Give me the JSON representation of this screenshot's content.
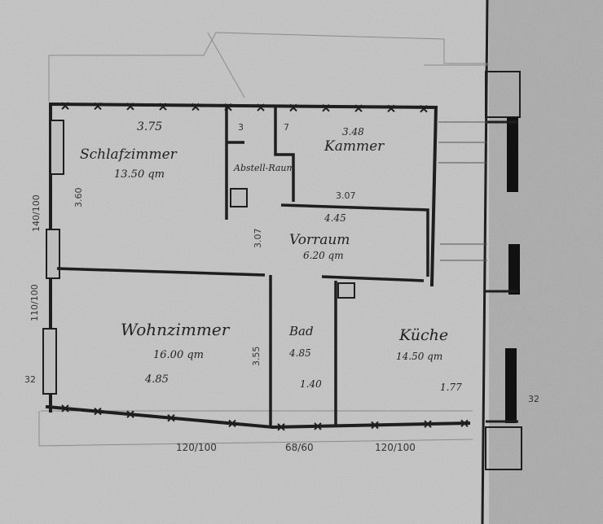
{
  "rooms": {
    "schlafzimmer": {
      "height_mark": "3.75",
      "name": "Schlafzimmer",
      "area": "13.50 qm"
    },
    "abstellraum": {
      "name": "Abstell-Raum"
    },
    "kammer": {
      "height_mark": "3.48",
      "name": "Kammer"
    },
    "vorraum": {
      "width_mark": "4.45",
      "name": "Vorraum",
      "area": "6.20 qm"
    },
    "wohnzimmer": {
      "name": "Wohnzimmer",
      "area": "16.00 qm",
      "width_mark": "4.85"
    },
    "bad": {
      "name": "Bad",
      "width_mark": "4.85",
      "sub_mark": "1.40"
    },
    "kueche": {
      "name": "Küche",
      "area": "14.50 qm",
      "width_mark": "1.77"
    }
  },
  "dimensions": {
    "window_left_top": "140/100",
    "window_left_bottom": "110/100",
    "wall_left_top": "3.60",
    "wall_mid": "3.55",
    "corridor_mark": "3.07",
    "inner_mark": "3.07",
    "window_bottom_1": "120/100",
    "window_bottom_2": "68/60",
    "window_bottom_3": "120/100",
    "left_edge_mark": "32",
    "right_edge_mark": "32",
    "small_mark_1": "3",
    "small_mark_2": "7"
  },
  "colors": {
    "paper": "#bdbdbd",
    "ink": "#1e1e1e",
    "faint": "#8a8a8a",
    "dark": "#111111"
  }
}
